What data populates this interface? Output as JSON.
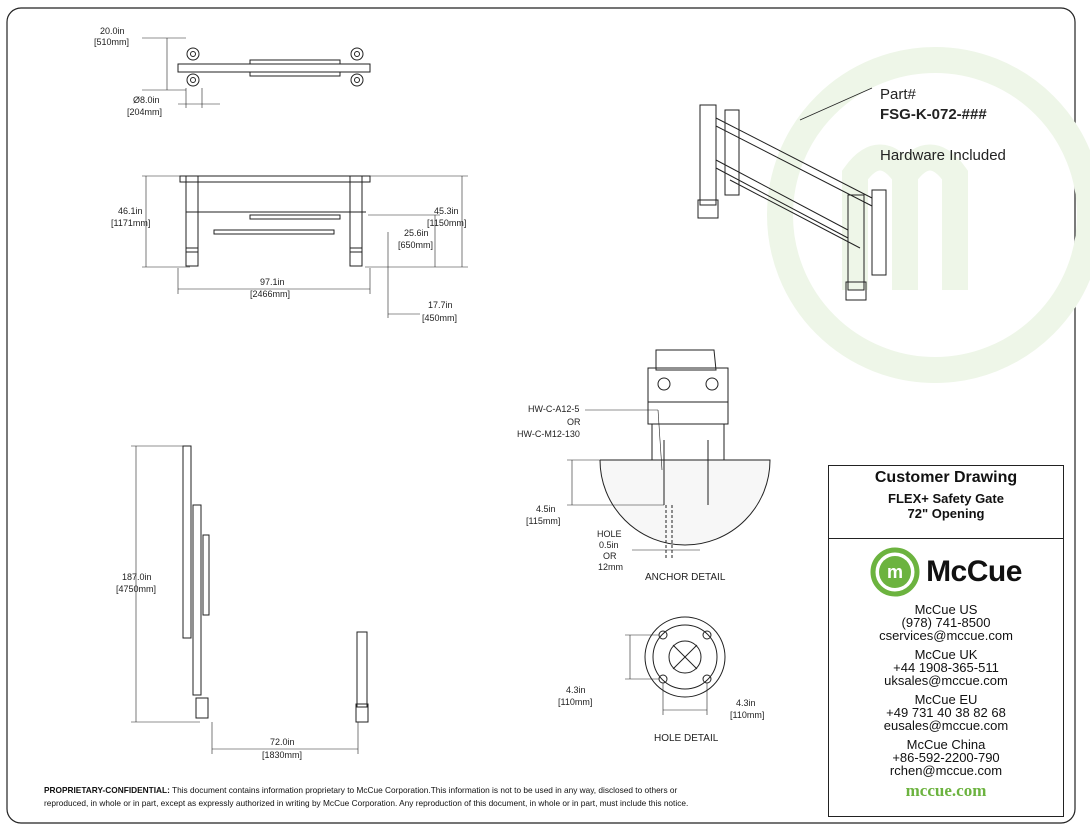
{
  "part_label": "Part#",
  "part_number": "FSG-K-072-###",
  "hardware_note": "Hardware Included",
  "dimensions": {
    "top_width_in": "20.0in",
    "top_width_mm": "[510mm]",
    "wheel_dia_in": "Ø8.0in",
    "wheel_dia_mm": "[204mm]",
    "overall_height_in": "46.1in",
    "overall_height_mm": "[1171mm]",
    "rail_height_in": "45.3in",
    "rail_height_mm": "[1150mm]",
    "mid_rail_in": "25.6in",
    "mid_rail_mm": "[650mm]",
    "overall_length_in": "97.1in",
    "overall_length_mm": "[2466mm]",
    "low_rail_in": "17.7in",
    "low_rail_mm": "[450mm]",
    "extended_length_in": "187.0in",
    "extended_length_mm": "[4750mm]",
    "opening_in": "72.0in",
    "opening_mm": "[1830mm]",
    "anchor_embed_in": "4.5in",
    "anchor_embed_mm": "[115mm]",
    "hole_pattern_y_in": "4.3in",
    "hole_pattern_y_mm": "[110mm]",
    "hole_pattern_x_in": "4.3in",
    "hole_pattern_x_mm": "[110mm]"
  },
  "anchor": {
    "hw1": "HW-C-A12-5",
    "or1": "OR",
    "hw2": "HW-C-M12-130",
    "hole_title": "HOLE",
    "hole_in": "0.5in",
    "or2": "OR",
    "hole_mm": "12mm",
    "caption": "ANCHOR DETAIL"
  },
  "hole_detail_caption": "HOLE DETAIL",
  "title_block": {
    "title": "Customer Drawing",
    "product": "FLEX+ Safety Gate",
    "opening": "72\" Opening",
    "logo_mark": "m",
    "logo_text": "McCue",
    "offices": [
      {
        "name": "McCue US",
        "phone": "(978) 741-8500",
        "email": "cservices@mccue.com"
      },
      {
        "name": "McCue UK",
        "phone": "+44 1908-365-511",
        "email": "uksales@mccue.com"
      },
      {
        "name": "McCue EU",
        "phone": "+49 731 40 38 82 68",
        "email": "eusales@mccue.com"
      },
      {
        "name": "McCue China",
        "phone": "+86-592-2200-790",
        "email": "rchen@mccue.com"
      }
    ],
    "website": "mccue.com"
  },
  "footer": {
    "heading": "PROPRIETARY-CONFIDENTIAL:",
    "line1": " This document contains information proprietary to McCue Corporation.This information is not to be used in any way, disclosed to others or",
    "line2": "reproduced, in whole or in part, except as expressly authorized in writing by McCue Corporation. Any reproduction of this document, in whole or in part, must include this notice."
  },
  "colors": {
    "brand_green": "#6cb33f",
    "watermark": "#eef6e8",
    "line": "#222222"
  }
}
